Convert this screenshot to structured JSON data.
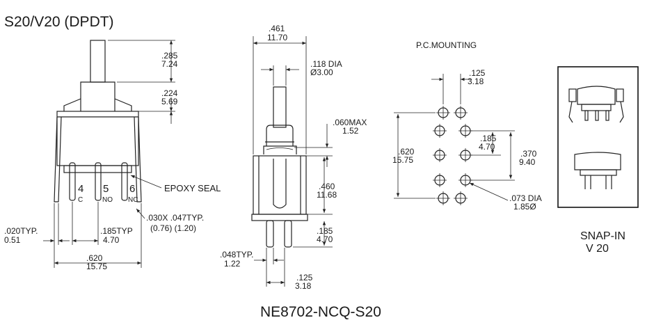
{
  "title": "S20/V20 (DPDT)",
  "part_number": "NE8702-NCQ-S20",
  "front_view": {
    "dim_285": ".285",
    "dim_724": "7.24",
    "dim_224": ".224",
    "dim_569": "5.69",
    "pin_4": "4",
    "pin_5": "5",
    "pin_6": "6",
    "pin_c": "C",
    "pin_no": "NO",
    "pin_nc": "NC",
    "epoxy_seal": "EPOXY SEAL",
    "dim_020": ".020TYP.",
    "dim_051": "0.51",
    "dim_185typ": ".185TYP",
    "dim_470": "4.70",
    "dim_030": ".030X .047TYP.",
    "dim_030_mm": "(0.76) (1.20)",
    "dim_620": ".620",
    "dim_1575": "15.75"
  },
  "side_view": {
    "dim_461": ".461",
    "dim_1170": "11.70",
    "dim_118": ".118 DIA",
    "dim_300": "Ø3.00",
    "dim_060": ".060MAX",
    "dim_152": "1.52",
    "dim_460": ".460",
    "dim_1168": "11.68",
    "dim_185": ".185",
    "dim_470": "4.70",
    "dim_048": ".048TYP.",
    "dim_122": "1.22",
    "dim_125": ".125",
    "dim_318": "3.18"
  },
  "pc_mounting": {
    "title": "P.C.MOUNTING",
    "dim_125": ".125",
    "dim_318": "3.18",
    "dim_620": ".620",
    "dim_1575": "15.75",
    "dim_185": ".185",
    "dim_470": "4.70",
    "dim_370": ".370",
    "dim_940": "9.40",
    "dim_073": ".073 DIA",
    "dim_1850": "1.85Ø"
  },
  "snap_in": {
    "label_1": "SNAP-IN",
    "label_2": "V 20"
  }
}
